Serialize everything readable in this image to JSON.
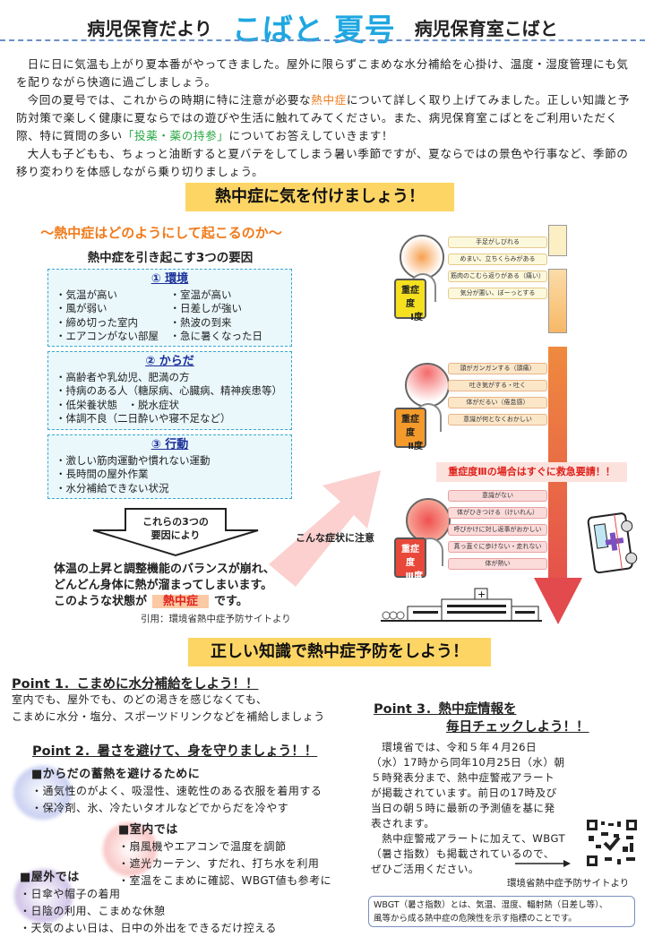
{
  "header": {
    "left": "病児保育だより",
    "title": "こばと 夏号",
    "right": "病児保育室こばと"
  },
  "intro": {
    "p1": "日に日に気温も上がり夏本番がやってきました。屋外に限らずこまめな水分補給を心掛け、温度・湿度管理にも気を配りながら快適に過ごしましょう。",
    "p2a": "今回の夏号では、これからの時期に特に注意が必要な",
    "p2b": "熱中症",
    "p2c": "について詳しく取り上げてみました。正しい知識と予防対策で楽しく健康に夏ならではの遊びや生活に触れてみてください。また、病児保育室こばとをご利用いただく際、特に質問の多い",
    "p2d": "「投薬・薬の持参」",
    "p2e": "についてお答えしていきます！",
    "p3": "大人も子どもも、ちょっと油断すると夏バテをしてしまう暑い季節ですが、夏ならではの景色や行事など、季節の移り変わりを体感しながら乗り切りましょう。"
  },
  "section1": {
    "banner": "熱中症に気を付けましょう！",
    "subtitle": "～熱中症はどのようにして起こるのか～",
    "factors_title": "熱中症を引き起こす3つの要因",
    "factors": [
      {
        "title": "① 環境",
        "items": [
          "・気温が高い",
          "・室温が高い",
          "・風が弱い",
          "・日差しが強い",
          "・締め切った室内",
          "・熱波の到来",
          "・エアコンがない部屋",
          "・急に暑くなった日"
        ]
      },
      {
        "title": "② からだ",
        "items": [
          "・高齢者や乳幼児、肥満の方",
          "・持病のある人（糖尿病、心臓病、精神疾患等）",
          "・低栄養状態　・脱水症状",
          "・体調不良（二日酔いや寝不足など）"
        ]
      },
      {
        "title": "③ 行動",
        "items": [
          "・激しい筋肉運動や慣れない運動",
          "・長時間の屋外作業",
          "・水分補給できない状況"
        ]
      }
    ],
    "arrow_text1": "これらの3つの",
    "arrow_text2": "要因により",
    "result1": "体温の上昇と調整機能のバランスが崩れ、",
    "result2": "どんどん身体に熱が溜まってしまいます。",
    "result3a": "このような状態が",
    "result3b": "熱中症",
    "result3c": "です。",
    "citation": "引用：環境省熱中症予防サイトより",
    "caution": "こんな症状に注意",
    "levels": [
      {
        "label1": "重症度",
        "label2": "Ⅰ度",
        "color": "#f5e020",
        "symptoms": [
          "手足がしびれる",
          "めまい、立ちくらみがある",
          "筋肉のこむら返りがある（痛い）",
          "気分が悪い、ぼーっとする"
        ]
      },
      {
        "label1": "重症度",
        "label2": "Ⅱ度",
        "color": "#f39a2a",
        "symptoms": [
          "頭がガンガンする（頭痛）",
          "吐き気がする・吐く",
          "体がだるい（倦怠感）",
          "意識が何となくおかしい"
        ]
      },
      {
        "label1": "重症度",
        "label2": "Ⅲ度",
        "color": "#e8483a",
        "symptoms": [
          "意識がない",
          "体がひきつける（けいれん）",
          "呼びかけに対し返事がおかしい",
          "真っ直ぐに歩けない・走れない",
          "体が熱い"
        ]
      }
    ],
    "emergency": "重症度Ⅲの場合はすぐに救急要請！！"
  },
  "section2": {
    "banner": "正しい知識で熱中症予防をしよう！",
    "point1": {
      "title": "Point 1．こまめに水分補給をしよう！！",
      "lines": [
        "室内でも、屋外でも、のどの渇きを感じなくても、",
        "こまめに水分・塩分、スポーツドリンクなどを補給しましょう"
      ]
    },
    "point2": {
      "title": "Point 2．暑さを避けて、身を守りましょう！！",
      "body": {
        "title": "■からだの蓄熱を避けるために",
        "items": [
          "・通気性のがよく、吸湿性、速乾性のある衣服を着用する",
          "・保冷剤、氷、冷たいタオルなどでからだを冷やす"
        ]
      },
      "indoor": {
        "title": "■室内では",
        "items": [
          "・扇風機やエアコンで温度を調節",
          "・遮光カーテン、すだれ、打ち水を利用",
          "・室温をこまめに確認、WBGT値も参考に"
        ]
      },
      "outdoor": {
        "title": "■屋外では",
        "items": [
          "・日傘や帽子の着用",
          "・日陰の利用、こまめな休憩",
          "・天気のよい日は、日中の外出をできるだけ控える"
        ]
      }
    },
    "point3": {
      "title1": "Point 3．熱中症情報を",
      "title2": "毎日チェックしよう！！",
      "lines": [
        "　環境省では、令和５年４月26日",
        "（水）17時から同年10月25日（水）朝",
        "５時発表分まで、熱中症警戒アラート",
        "が掲載されています。前日の17時及び",
        "当日の朝５時に最新の予測値を基に発",
        "表されます。",
        "　熱中症警戒アラートに加えて、WBGT",
        "（暑さ指数）も掲載されているので、",
        "ぜひご活用ください。"
      ],
      "qr_caption": "環境省熱中症予防サイトより",
      "note1": "WBGT（暑さ指数）とは、気温、湿度、輻射熱（日差し等）、",
      "note2": "風等から成る熱中症の危険性を示す指標のことです。"
    }
  }
}
